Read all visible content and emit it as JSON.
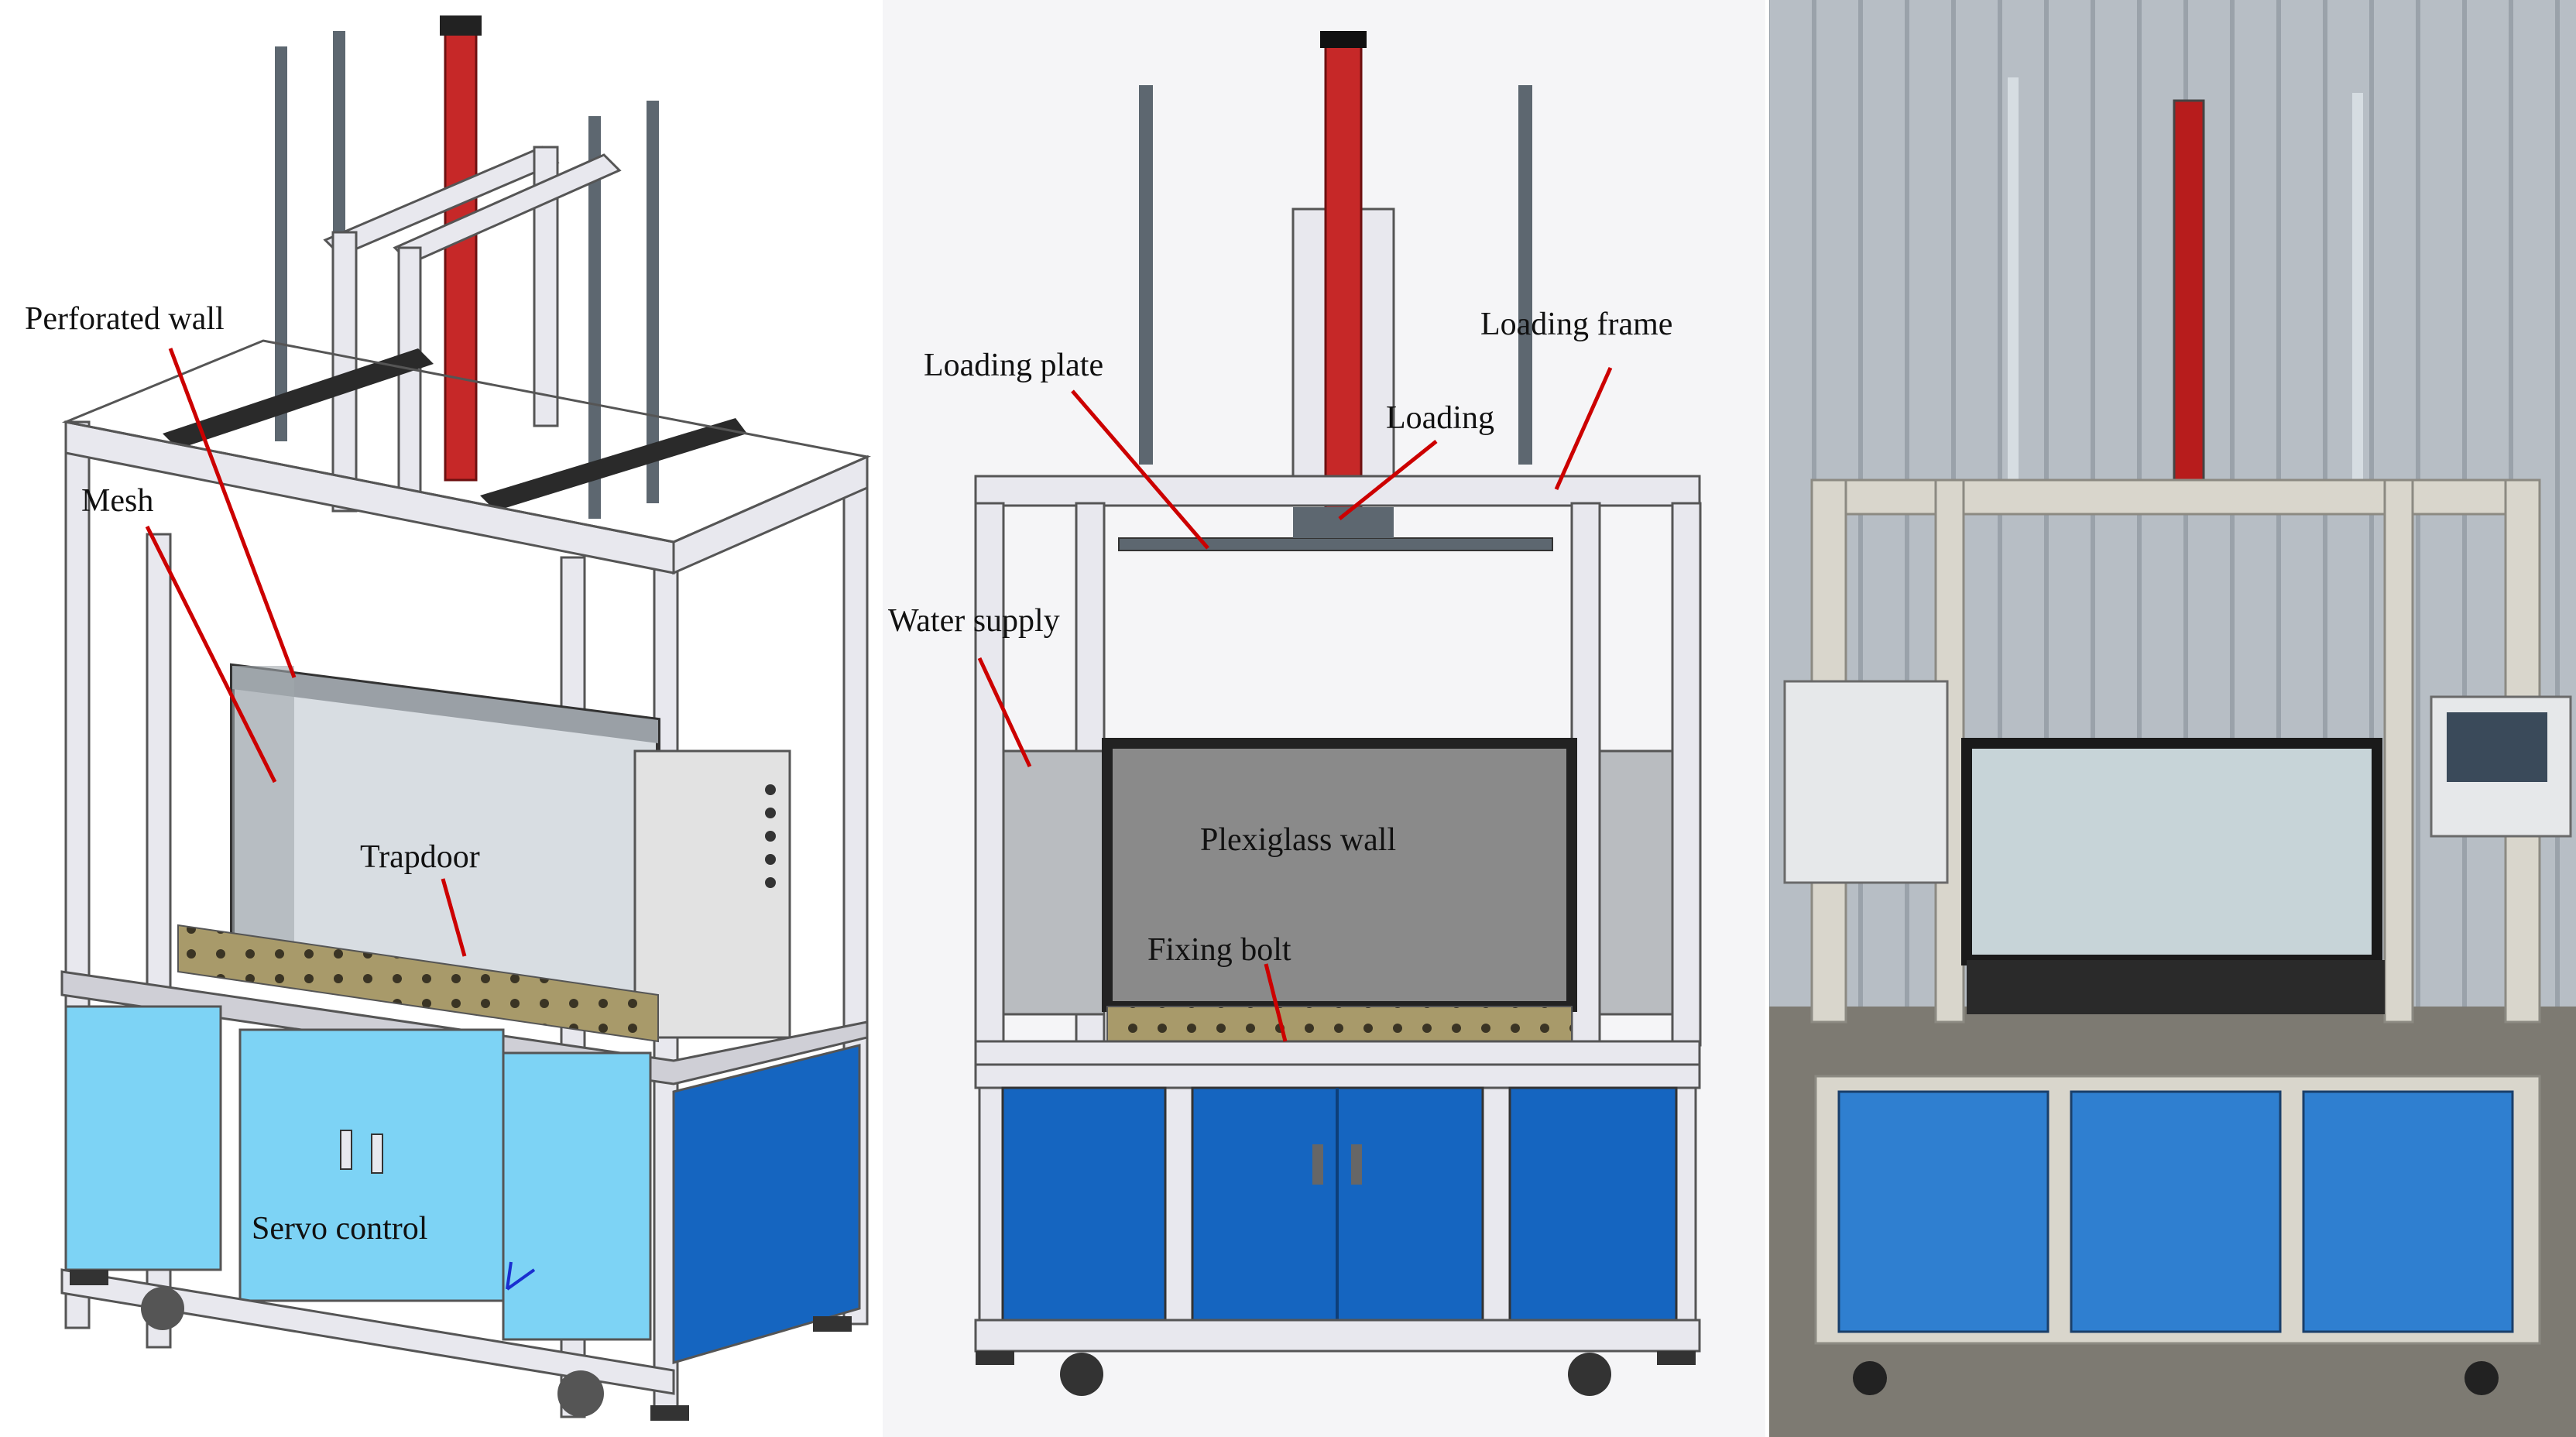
{
  "colors": {
    "label_line": "#cc0000",
    "frame": "#e8e8ee",
    "frame_stroke": "#555555",
    "cabinet_light": "#7dd3f5",
    "cabinet_dark": "#1565c0",
    "actuator": "#c62828",
    "bolt_strip": "#a89a6a",
    "tank_glass": "#d8dde2",
    "tank_dark": "#8a8a8a",
    "photo_wall": "#b5bcc3",
    "photo_frame": "#d9d6cc",
    "photo_cabinet": "#2f7fd0"
  },
  "panels": {
    "isometric": {
      "labels": {
        "perforated_wall": "Perforated wall",
        "mesh": "Mesh",
        "trapdoor": "Trapdoor",
        "servo_control": "Servo control"
      }
    },
    "front": {
      "labels": {
        "loading_plate": "Loading plate",
        "loading_frame": "Loading frame",
        "loading": "Loading",
        "water_supply": "Water supply",
        "plexiglass_wall": "Plexiglass wall",
        "fixing_bolt": "Fixing bolt"
      }
    }
  }
}
